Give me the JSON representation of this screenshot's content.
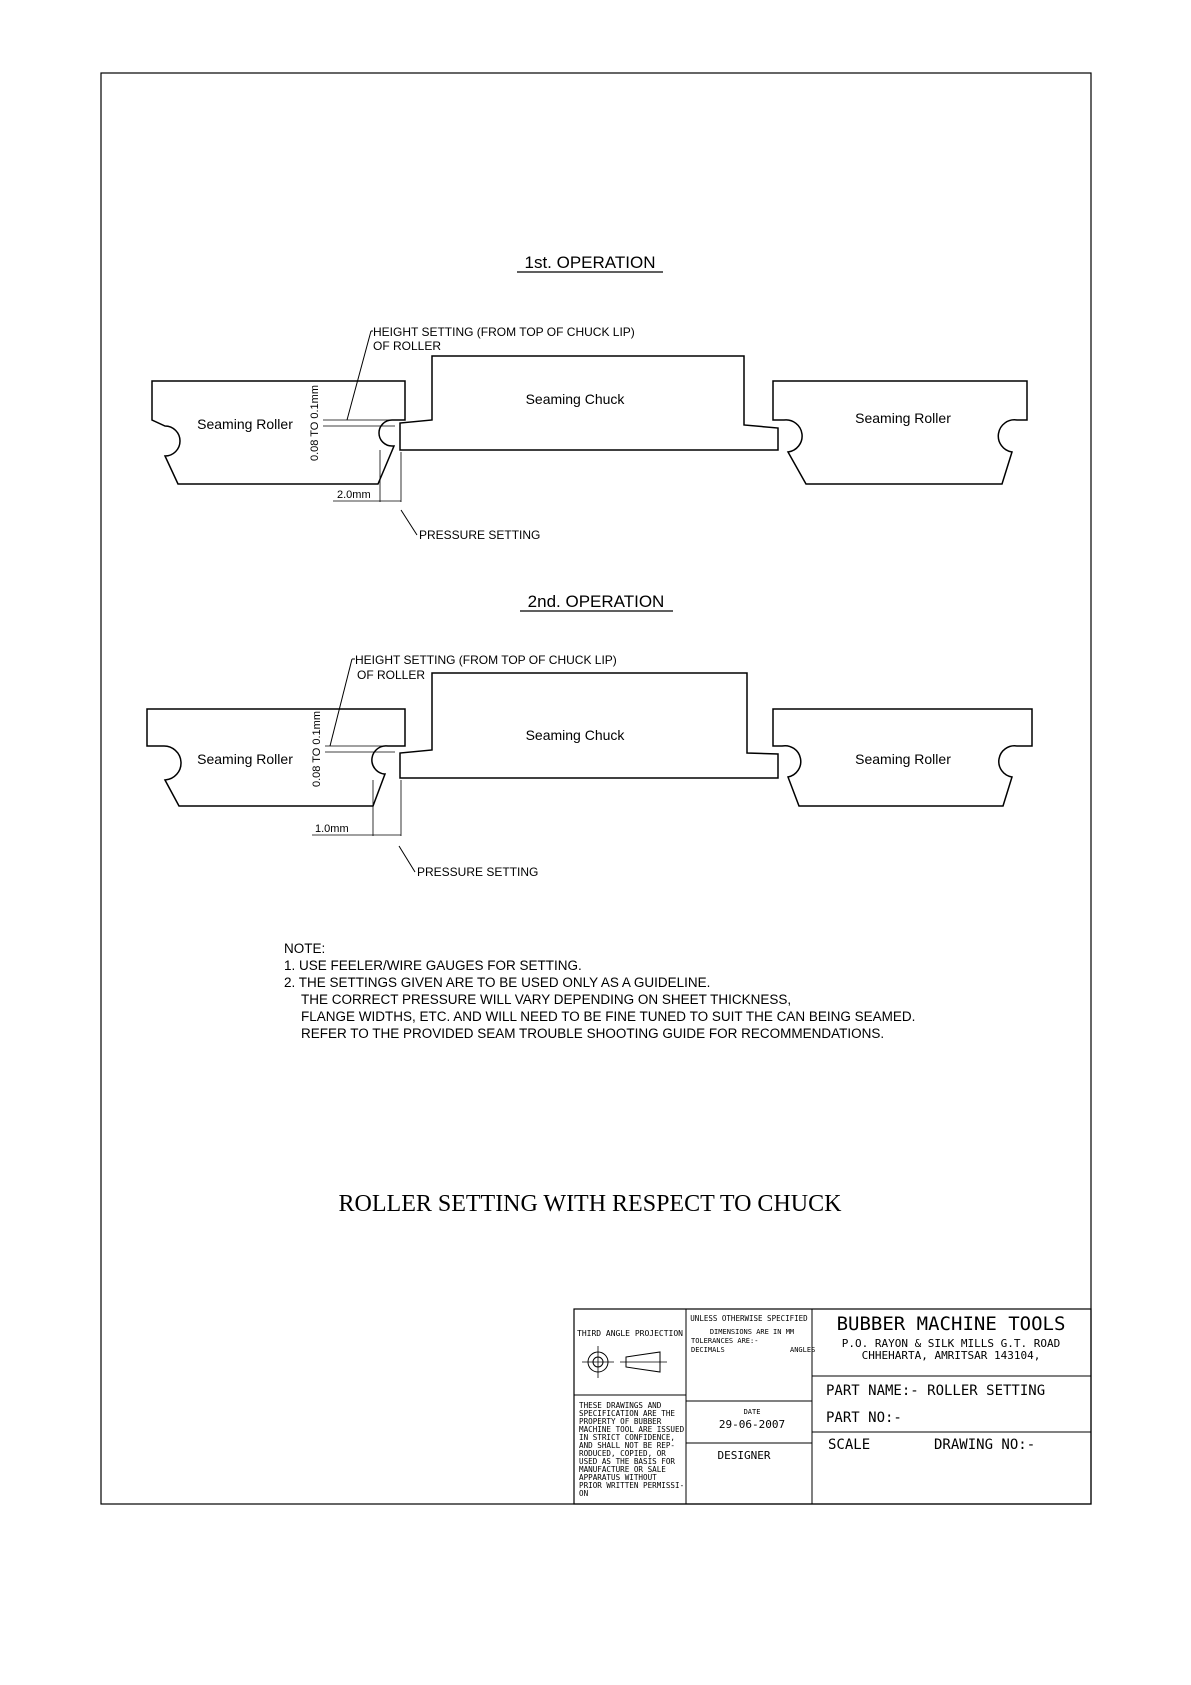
{
  "op1": {
    "title": "1st. OPERATION",
    "height_callout_1": "HEIGHT SETTING (FROM TOP OF CHUCK LIP)",
    "height_callout_2": "OF ROLLER",
    "left_roller": "Seaming Roller",
    "chuck": "Seaming Chuck",
    "right_roller": "Seaming Roller",
    "height_dim": "0.08 TO 0.1mm",
    "gap_dim": "2.0mm",
    "pressure_label": "PRESSURE SETTING"
  },
  "op2": {
    "title": "2nd. OPERATION",
    "height_callout_1": "HEIGHT SETTING (FROM TOP OF CHUCK LIP)",
    "height_callout_2": "OF ROLLER",
    "left_roller": "Seaming Roller",
    "chuck": "Seaming Chuck",
    "right_roller": "Seaming Roller",
    "height_dim": "0.08 TO 0.1mm",
    "gap_dim": "1.0mm",
    "pressure_label": "PRESSURE SETTING"
  },
  "notes": {
    "heading": "NOTE:",
    "line1": "1. USE FEELER/WIRE GAUGES FOR SETTING.",
    "line2": "2. THE SETTINGS GIVEN ARE TO BE USED ONLY AS A GUIDELINE.",
    "line3": "THE CORRECT PRESSURE WILL VARY DEPENDING ON SHEET THICKNESS,",
    "line4": "FLANGE WIDTHS, ETC. AND WILL NEED TO BE FINE TUNED TO SUIT THE CAN BEING SEAMED.",
    "line5": "REFER TO THE PROVIDED SEAM TROUBLE SHOOTING GUIDE FOR RECOMMENDATIONS."
  },
  "main_title": "ROLLER SETTING WITH RESPECT TO CHUCK",
  "title_block": {
    "projection": "THIRD ANGLE PROJECTION",
    "spec_1": "UNLESS OTHERWISE SPECIFIED",
    "spec_2": "DIMENSIONS ARE IN MM",
    "spec_3": "TOLERANCES ARE:-",
    "spec_decimals": "DECIMALS",
    "spec_angles": "ANGLES",
    "company": "BUBBER MACHINE TOOLS",
    "address_1": "P.O. RAYON & SILK MILLS G.T. ROAD",
    "address_2": "CHHEHARTA, AMRITSAR 143104,",
    "part_name": "PART NAME:- ROLLER SETTING",
    "part_no": "PART NO:-",
    "scale": "SCALE",
    "drawing_no": "DRAWING NO:-",
    "date_label": "DATE",
    "date_value": "29-06-2007",
    "designer": "DESIGNER",
    "property_lines": [
      "THESE DRAWINGS AND",
      "SPECIFICATION ARE THE",
      "PROPERTY OF BUBBER",
      "MACHINE TOOL ARE ISSUED",
      "IN STRICT CONFIDENCE,",
      "AND SHALL NOT BE REP-",
      "RODUCED, COPIED, OR",
      "USED AS THE BASIS FOR",
      "MANUFACTURE OR SALE",
      "APPARATUS WITHOUT",
      "PRIOR WRITTEN PERMISSI-",
      "ON"
    ]
  }
}
